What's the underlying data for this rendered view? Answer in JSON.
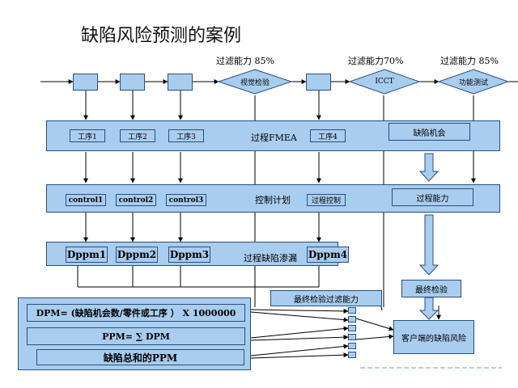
{
  "title": "缺陷风险预测的案例",
  "filters": {
    "f1": "过滤能力 85%",
    "f2": "过滤能力70%",
    "f3": "过滤能力 85%"
  },
  "decisions": {
    "d1": "视觉检验",
    "d2": "ICCT",
    "d3": "功能测试"
  },
  "fmea": {
    "label": "过程FMEA",
    "steps": [
      "工序1",
      "工序2",
      "工序3",
      "工序4"
    ],
    "opportunity": "缺陷机会"
  },
  "control": {
    "label": "控制计划",
    "items": [
      "control1",
      "control2",
      "control3"
    ],
    "process_control": "过程控制",
    "capability": "过程能力"
  },
  "dppm": {
    "label": "过程缺陷渗漏",
    "items": [
      "Dppm1",
      "Dppm2",
      "Dppm3",
      "Dppm4"
    ]
  },
  "final": {
    "filter_capability": "最终检验过滤能力",
    "final_inspection": "最终检验",
    "customer_risk": "客户端的缺陷风险"
  },
  "formulas": {
    "dpm": "DPM= (缺陷机会数/零件或工序 ） X 1000000",
    "ppm": "PPM= ∑ DPM",
    "total": "缺陷总和的PPM"
  }
}
